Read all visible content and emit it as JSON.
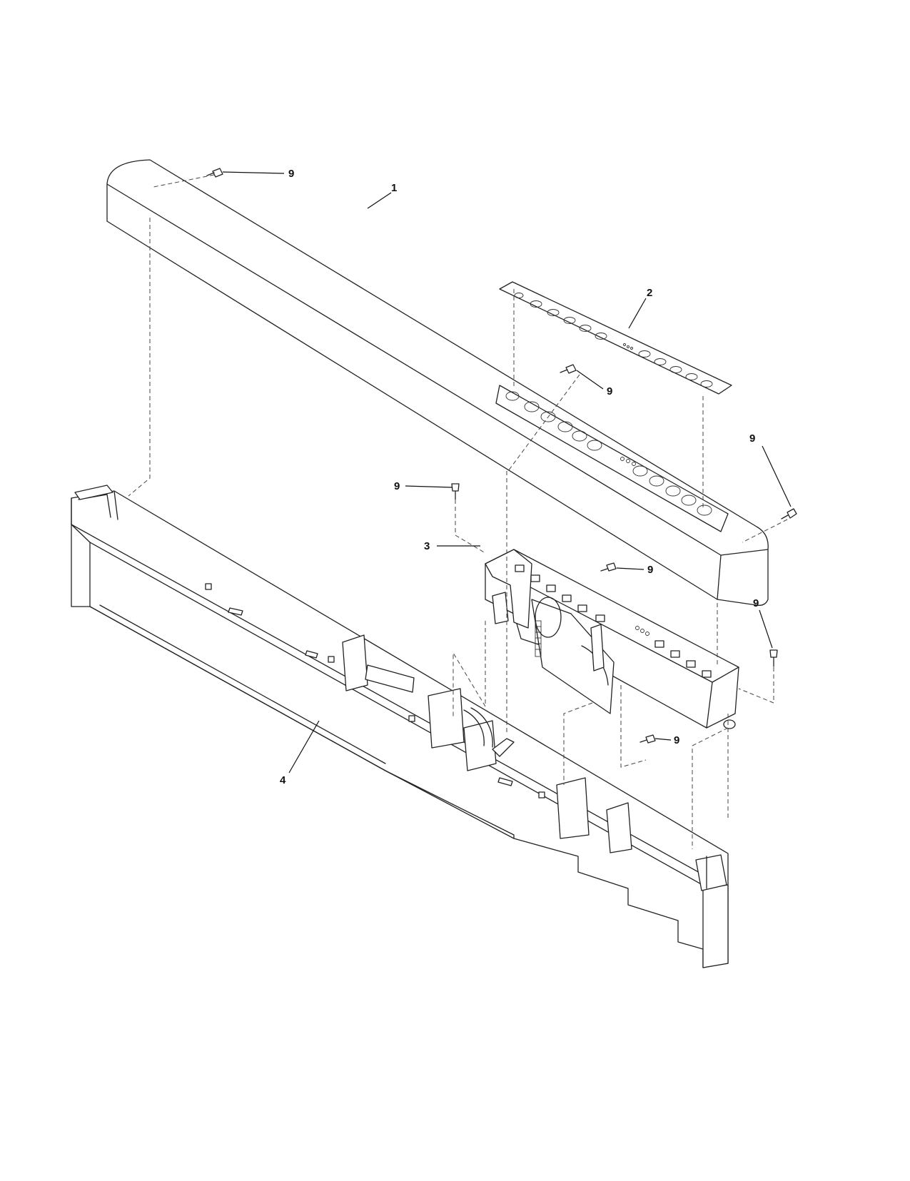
{
  "diagram": {
    "callouts": [
      {
        "id": "c1",
        "label": "1"
      },
      {
        "id": "c2",
        "label": "2"
      },
      {
        "id": "c3",
        "label": "3"
      },
      {
        "id": "c4",
        "label": "4"
      },
      {
        "id": "c9a",
        "label": "9"
      },
      {
        "id": "c9b",
        "label": "9"
      },
      {
        "id": "c9c",
        "label": "9"
      },
      {
        "id": "c9d",
        "label": "9"
      },
      {
        "id": "c9e",
        "label": "9"
      },
      {
        "id": "c9f",
        "label": "9"
      },
      {
        "id": "c9g",
        "label": "9"
      }
    ]
  }
}
